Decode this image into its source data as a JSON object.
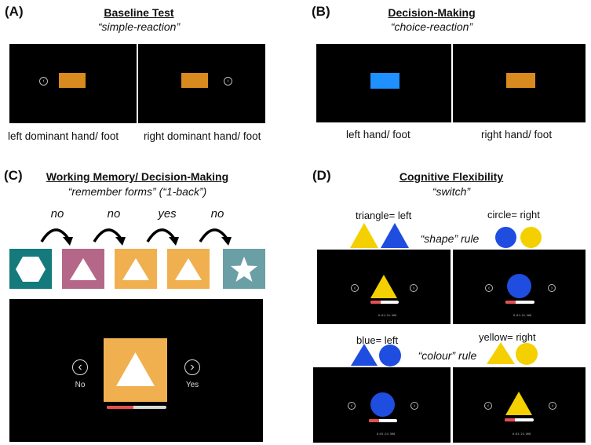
{
  "colors": {
    "orange": "#d98a1f",
    "blue": "#1e90ff",
    "shape_yellow": "#f4d000",
    "shape_blue": "#1f4de0",
    "teal": "#147a7c",
    "mauve": "#b5678a",
    "tile_orange": "#f0b050",
    "slate": "#6b9fa6",
    "bar_red": "#e45050"
  },
  "panel_a": {
    "label": "(A)",
    "title": "Baseline Test",
    "subtitle": "“simple-reaction”",
    "caption_left": "left dominant hand/ foot",
    "caption_right": "right dominant hand/ foot",
    "icons": [
      "chevron-left-icon",
      "chevron-right-icon"
    ]
  },
  "panel_b": {
    "label": "(B)",
    "title": "Decision-Making",
    "subtitle": "“choice-reaction”",
    "caption_left": "left hand/ foot",
    "caption_right": "right hand/ foot"
  },
  "panel_c": {
    "label": "(C)",
    "title": "Working Memory/ Decision-Making",
    "subtitle": "“remember forms” (“1-back”)",
    "answers": [
      "no",
      "no",
      "yes",
      "no"
    ],
    "tiles": [
      "hexagon",
      "triangle",
      "triangle",
      "triangle",
      "star"
    ],
    "screen": {
      "left_label": "No",
      "right_label": "Yes",
      "progress": 0.45
    }
  },
  "panel_d": {
    "label": "(D)",
    "title": "Cognitive Flexibility",
    "subtitle": "“switch”",
    "shape_rule": {
      "left_label": "triangle= left",
      "right_label": "circle= right",
      "name": "“shape” rule"
    },
    "colour_rule": {
      "left_label": "blue= left",
      "right_label": "yellow= right",
      "name": "“colour” rule"
    },
    "timer": "0:01:24.568",
    "progress": 0.35
  }
}
